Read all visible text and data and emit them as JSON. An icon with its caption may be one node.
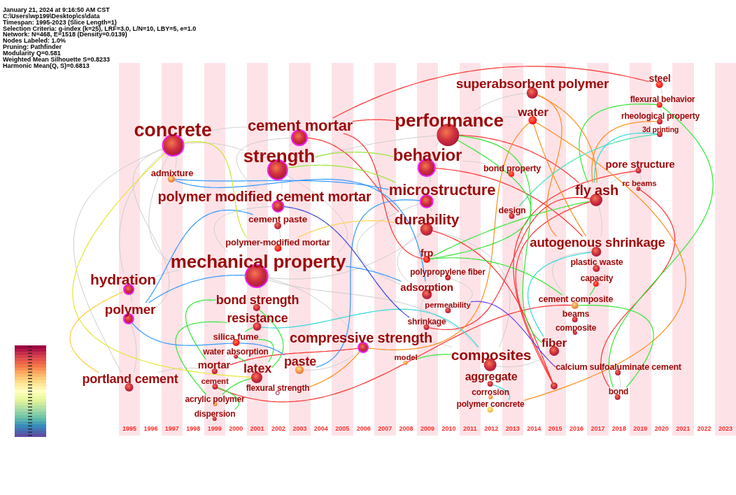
{
  "diagram": {
    "nodes": [
      {
        "text": [
          "steel"
        ]
      },
      {
        "text": [
          "superabsorbent polymer"
        ]
      },
      {
        "text": [
          "flexural behavior"
        ]
      },
      {
        "text": [
          "water"
        ]
      },
      {
        "text": [
          "rheological property"
        ]
      },
      {
        "text": [
          "performance"
        ]
      },
      {
        "text": [
          "concrete"
        ]
      },
      {
        "text": [
          "cement mortar"
        ]
      },
      {
        "text": [
          "3d printing"
        ]
      },
      {
        "text": [
          "strength"
        ]
      },
      {
        "text": [
          "behavior"
        ]
      },
      {
        "text": [
          "bond property"
        ]
      },
      {
        "text": [
          "pore structure"
        ]
      },
      {
        "text": [
          "admixture"
        ]
      },
      {
        "text": [
          "microstructure"
        ]
      },
      {
        "text": [
          "rc beams"
        ]
      },
      {
        "text": [
          "fly ash"
        ]
      },
      {
        "text": [
          "polymer modified cement mortar"
        ]
      },
      {
        "text": [
          "design"
        ]
      },
      {
        "text": [
          "cement paste"
        ]
      },
      {
        "text": [
          "durability"
        ]
      },
      {
        "text": [
          "polymer-modified mortar"
        ]
      },
      {
        "text": [
          "autogenous shrinkage"
        ]
      },
      {
        "text": [
          "frp"
        ]
      },
      {
        "text": [
          "plastic waste"
        ]
      },
      {
        "text": [
          "mechanical property"
        ]
      },
      {
        "text": [
          "hydration"
        ]
      },
      {
        "text": [
          "polypropylene fiber"
        ]
      },
      {
        "text": [
          "capacity"
        ]
      },
      {
        "text": [
          "adsorption"
        ]
      },
      {
        "text": [
          "bond strength"
        ]
      },
      {
        "text": [
          "permeability"
        ]
      },
      {
        "text": [
          "cement composite"
        ]
      },
      {
        "text": [
          "polymer"
        ]
      },
      {
        "text": [
          "resistance"
        ]
      },
      {
        "text": [
          "beams"
        ]
      },
      {
        "text": [
          "shrinkage"
        ]
      },
      {
        "text": [
          "composite"
        ]
      },
      {
        "text": [
          "silica fume"
        ]
      },
      {
        "text": [
          "compressive strength"
        ]
      },
      {
        "text": [
          "fiber"
        ]
      },
      {
        "text": [
          "water absorption"
        ]
      },
      {
        "text": [
          "model"
        ]
      },
      {
        "text": [
          "composites"
        ]
      },
      {
        "text": [
          "paste"
        ]
      },
      {
        "text": [
          "mortar"
        ]
      },
      {
        "text": [
          "calcium sulfoaluminate cement"
        ]
      },
      {
        "text": [
          "latex"
        ]
      },
      {
        "text": [
          "aggregate"
        ]
      },
      {
        "text": [
          "portland cement"
        ]
      },
      {
        "text": [
          "cement"
        ]
      },
      {
        "text": [
          "flexural strength"
        ]
      },
      {
        "text": [],
        "shape": "circle"
      },
      {
        "text": [
          "corrosion"
        ]
      },
      {
        "text": [
          "bond"
        ]
      },
      {
        "text": [
          "acrylic polymer"
        ]
      },
      {
        "text": [
          "polymer concrete"
        ]
      },
      {
        "text": [
          "dispersion"
        ]
      }
    ],
    "edges": [
      {
        "from": 6,
        "to": 9,
        "arrow": "none"
      },
      {
        "from": 6,
        "to": 7,
        "arrow": "none"
      },
      {
        "from": 6,
        "to": 26,
        "arrow": "none"
      },
      {
        "from": 6,
        "to": 33,
        "arrow": "none"
      },
      {
        "from": 6,
        "to": 49,
        "arrow": "none"
      },
      {
        "from": 6,
        "to": 25,
        "arrow": "none"
      },
      {
        "from": 9,
        "to": 25,
        "arrow": "none"
      },
      {
        "from": 9,
        "to": 5,
        "arrow": "none"
      },
      {
        "from": 25,
        "to": 20,
        "arrow": "none"
      },
      {
        "from": 25,
        "to": 39,
        "arrow": "none"
      },
      {
        "from": 25,
        "to": 43,
        "arrow": "none"
      },
      {
        "from": 5,
        "to": 10,
        "arrow": "none"
      },
      {
        "from": 5,
        "to": 3,
        "arrow": "none"
      },
      {
        "from": 10,
        "to": 14,
        "arrow": "none"
      },
      {
        "from": 14,
        "to": 20,
        "arrow": "none"
      },
      {
        "from": 20,
        "to": 43,
        "arrow": "none"
      },
      {
        "from": 26,
        "to": 33,
        "arrow": "none"
      },
      {
        "from": 33,
        "to": 49,
        "arrow": "none"
      },
      {
        "from": 25,
        "to": 30,
        "arrow": "none"
      },
      {
        "from": 7,
        "to": 9,
        "arrow": "none"
      },
      {
        "from": 7,
        "to": 17,
        "arrow": "none"
      },
      {
        "from": 25,
        "to": 17,
        "arrow": "none"
      },
      {
        "from": 10,
        "to": 11,
        "arrow": "none"
      },
      {
        "from": 39,
        "to": 43,
        "arrow": "none"
      },
      {
        "from": 16,
        "to": 22,
        "arrow": "none"
      },
      {
        "from": 40,
        "to": 43,
        "arrow": "none"
      },
      {
        "from": 46,
        "to": 54,
        "arrow": "none"
      },
      {
        "from": 49,
        "to": 45,
        "arrow": "none"
      },
      {
        "from": 6,
        "to": 13,
        "arrow": "none"
      },
      {
        "from": 9,
        "to": 17,
        "arrow": "none"
      },
      {
        "from": 26,
        "to": 25,
        "arrow": "none"
      },
      {
        "from": 14,
        "to": 29,
        "arrow": "none"
      },
      {
        "from": 39,
        "to": 44,
        "arrow": "none"
      },
      {
        "from": 1,
        "to": 5,
        "arrow": "none"
      },
      {
        "from": 2,
        "to": 4,
        "arrow": "none"
      },
      {
        "from": 0,
        "to": 2,
        "arrow": "none"
      },
      {
        "from": 29,
        "to": 36,
        "arrow": "none"
      },
      {
        "from": 27,
        "to": 31,
        "arrow": "none"
      },
      {
        "from": 19,
        "to": 21,
        "arrow": "none"
      },
      {
        "from": 20,
        "to": 29,
        "arrow": "none"
      },
      {
        "from": 12,
        "to": 15,
        "arrow": "none"
      },
      {
        "from": 16,
        "to": 12,
        "arrow": "none"
      },
      {
        "from": 22,
        "to": 32,
        "arrow": "none"
      },
      {
        "from": 7,
        "to": 0,
        "arrow": "none",
        "color": "#ff3030"
      },
      {
        "from": 7,
        "to": 5,
        "arrow": "none",
        "color": "#ff3030"
      },
      {
        "from": 7,
        "to": 20,
        "arrow": "none",
        "color": "#ff3030"
      },
      {
        "from": 7,
        "to": 23,
        "arrow": "none",
        "color": "#ff3030"
      },
      {
        "from": 5,
        "to": 16,
        "arrow": "none",
        "color": "#ff3030"
      },
      {
        "from": 10,
        "to": 22,
        "arrow": "none",
        "color": "#ff3030"
      },
      {
        "from": 45,
        "to": 39,
        "arrow": "none",
        "color": "#ff3030"
      },
      {
        "from": 50,
        "to": 32,
        "arrow": "none",
        "color": "#ff3030"
      },
      {
        "from": 52,
        "to": 20,
        "arrow": "none",
        "color": "#ff3030"
      },
      {
        "from": 52,
        "to": 12,
        "arrow": "none",
        "color": "#ff3030"
      },
      {
        "from": 52,
        "to": 16,
        "arrow": "none",
        "color": "#ff3030"
      },
      {
        "from": 36,
        "to": 16,
        "arrow": "none",
        "color": "#ff3030"
      },
      {
        "from": 15,
        "to": 54,
        "arrow": "none",
        "color": "#ff3030"
      },
      {
        "from": 1,
        "to": 22,
        "arrow": "none",
        "color": "#ff8c1a"
      },
      {
        "from": 3,
        "to": 22,
        "arrow": "none",
        "color": "#ff8c1a"
      },
      {
        "from": 1,
        "to": 16,
        "arrow": "none",
        "color": "#ff8c1a"
      },
      {
        "from": 3,
        "to": 39,
        "arrow": "none",
        "color": "#ff8c1a"
      },
      {
        "from": 3,
        "to": 56,
        "arrow": "none",
        "color": "#ff8c1a"
      },
      {
        "from": 4,
        "to": 16,
        "arrow": "none",
        "color": "#ff8c1a"
      },
      {
        "from": 51,
        "to": 39,
        "arrow": "none",
        "color": "#ff8c1a"
      },
      {
        "from": 9,
        "to": 10,
        "arrow": "none",
        "color": "#99e633"
      },
      {
        "from": 9,
        "to": 14,
        "arrow": "none",
        "color": "#99e633"
      },
      {
        "from": 5,
        "to": 40,
        "arrow": "none",
        "color": "#33e633"
      },
      {
        "from": 5,
        "to": 23,
        "arrow": "none",
        "color": "#33e633"
      },
      {
        "from": 2,
        "to": 16,
        "arrow": "none",
        "color": "#33e633"
      },
      {
        "from": 2,
        "to": 54,
        "arrow": "none",
        "color": "#33e633"
      },
      {
        "from": 23,
        "to": 16,
        "arrow": "none",
        "color": "#33e633"
      },
      {
        "from": 23,
        "to": 32,
        "arrow": "none",
        "color": "#33e633"
      },
      {
        "from": 42,
        "to": 43,
        "arrow": "none",
        "color": "#33e633"
      },
      {
        "from": 28,
        "to": 32,
        "arrow": "none",
        "color": "#33e633"
      },
      {
        "from": 32,
        "to": 54,
        "arrow": "none",
        "color": "#33e633"
      },
      {
        "from": 30,
        "to": 45,
        "arrow": "none",
        "color": "#33e633"
      },
      {
        "from": 30,
        "to": 47,
        "arrow": "none",
        "color": "#33e633"
      },
      {
        "from": 34,
        "to": 38,
        "arrow": "none",
        "color": "#33e633"
      },
      {
        "from": 38,
        "to": 47,
        "arrow": "none",
        "color": "#33e633"
      },
      {
        "from": 50,
        "to": 57,
        "arrow": "none",
        "color": "#33e633"
      },
      {
        "from": 55,
        "to": 47,
        "arrow": "none",
        "color": "#33e633"
      },
      {
        "from": 34,
        "to": 55,
        "arrow": "none",
        "color": "#33e633"
      },
      {
        "from": 41,
        "to": 47,
        "arrow": "none",
        "color": "#33e633"
      },
      {
        "from": 8,
        "to": 18,
        "arrow": "none",
        "color": "#40e0b0"
      },
      {
        "from": 8,
        "to": 16,
        "arrow": "none",
        "color": "#33d9d9"
      },
      {
        "from": 34,
        "to": 43,
        "arrow": "none",
        "color": "#33d9d9"
      },
      {
        "from": 48,
        "to": 56,
        "arrow": "none",
        "color": "#33d9d9"
      },
      {
        "from": 40,
        "to": 22,
        "arrow": "none",
        "color": "#33d9d9"
      },
      {
        "from": 13,
        "to": 14,
        "arrow": "none",
        "color": "#3399ff"
      },
      {
        "from": 13,
        "to": 29,
        "arrow": "none",
        "color": "#3399ff"
      },
      {
        "from": 33,
        "to": 25,
        "arrow": "none",
        "color": "#3399ff"
      },
      {
        "from": 33,
        "to": 19,
        "arrow": "none",
        "color": "#3399ff"
      },
      {
        "from": 33,
        "to": 44,
        "arrow": "none",
        "color": "#3399ff"
      },
      {
        "from": 44,
        "to": 14,
        "arrow": "none",
        "color": "#3399ff"
      },
      {
        "from": 25,
        "to": 29,
        "arrow": "none",
        "color": "#3399ff"
      },
      {
        "from": 17,
        "to": 36,
        "arrow": "none",
        "color": "#3344dd"
      },
      {
        "from": 31,
        "to": 46,
        "arrow": "none",
        "color": "#6a3cf0"
      },
      {
        "from": 6,
        "to": 21,
        "arrow": "none",
        "color": "#cce633"
      },
      {
        "from": 6,
        "to": 47,
        "arrow": "none",
        "color": "#e6e633"
      },
      {
        "from": 21,
        "to": 20,
        "arrow": "none",
        "color": "#ffd24d"
      },
      {
        "from": 26,
        "to": 49,
        "arrow": "none",
        "color": "#ffcc33"
      }
    ],
    "labels": [
      "January 21, 2024 at 9:16:50 AM CST",
      "C:\\Users\\wp199\\Desktop\\cs\\data",
      "Timespan: 1995-2023 (Slice Length=1)",
      "Selection Criteria: g-index (k=25), LRF=3.0, L/N=10, LBY=5, e=1.0",
      "Network: N=468, E=1518 (Density=0.0139)",
      "Nodes Labeled: 1.0%",
      "Pruning: Pathfinder",
      "Modularity Q=0.581",
      "Weighted Mean Silhouette S=0.8233",
      "Harmonic Mean(Q, S)=0.6813",
      "1995",
      "1996",
      "1997",
      "1998",
      "1999",
      "2000",
      "2001",
      "2002",
      "2003",
      "2004",
      "2005",
      "2006",
      "2007",
      "2008",
      "2009",
      "2010",
      "2011",
      "2012",
      "2013",
      "2014",
      "2015",
      "2016",
      "2017",
      "2018",
      "2019",
      "2020",
      "2021",
      "2022",
      "2023"
    ]
  }
}
